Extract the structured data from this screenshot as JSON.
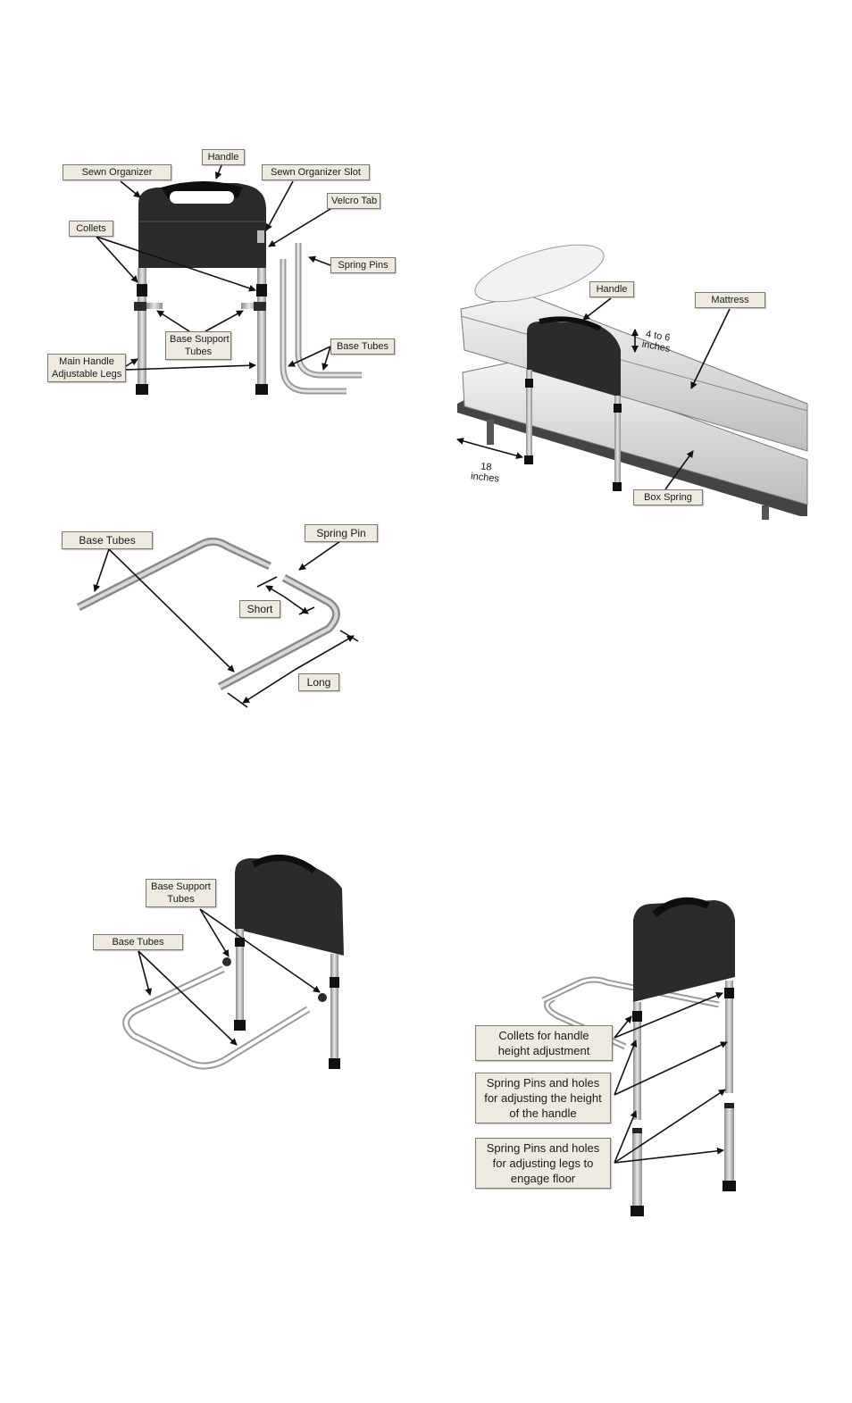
{
  "figure1": {
    "labels": {
      "handle": "Handle",
      "sewn_organizer": "Sewn Organizer",
      "sewn_organizer_slot": "Sewn Organizer Slot",
      "velcro_tab": "Velcro Tab",
      "collets": "Collets",
      "spring_pins": "Spring Pins",
      "base_support_tubes_1": "Base Support",
      "base_support_tubes_2": "Tubes",
      "base_tubes": "Base Tubes",
      "main_handle_1": "Main Handle",
      "main_handle_2": "Adjustable Legs"
    }
  },
  "figure2": {
    "labels": {
      "handle": "Handle",
      "mattress": "Mattress",
      "box_spring": "Box Spring",
      "height_1": "4 to 6",
      "height_2": "inches",
      "distance_1": "18",
      "distance_2": "inches"
    }
  },
  "figure3": {
    "labels": {
      "base_tubes": "Base Tubes",
      "spring_pin": "Spring Pin",
      "short": "Short",
      "long": "Long"
    }
  },
  "figure4": {
    "labels": {
      "base_support_1": "Base Support",
      "base_support_2": "Tubes",
      "base_tubes": "Base Tubes"
    }
  },
  "figure5": {
    "labels": {
      "collets_1": "Collets for handle",
      "collets_2": "height adjustment",
      "spring_handle_1": "Spring Pins and holes",
      "spring_handle_2": "for adjusting the height",
      "spring_handle_3": "of the handle",
      "spring_legs_1": "Spring Pins and holes",
      "spring_legs_2": "for adjusting legs to",
      "spring_legs_3": "engage floor"
    }
  },
  "colors": {
    "panel_fill": "#2b2b2b",
    "tube_fill": "#c9c9c9",
    "label_bg": "#eeeae0",
    "arrow": "#111111"
  }
}
